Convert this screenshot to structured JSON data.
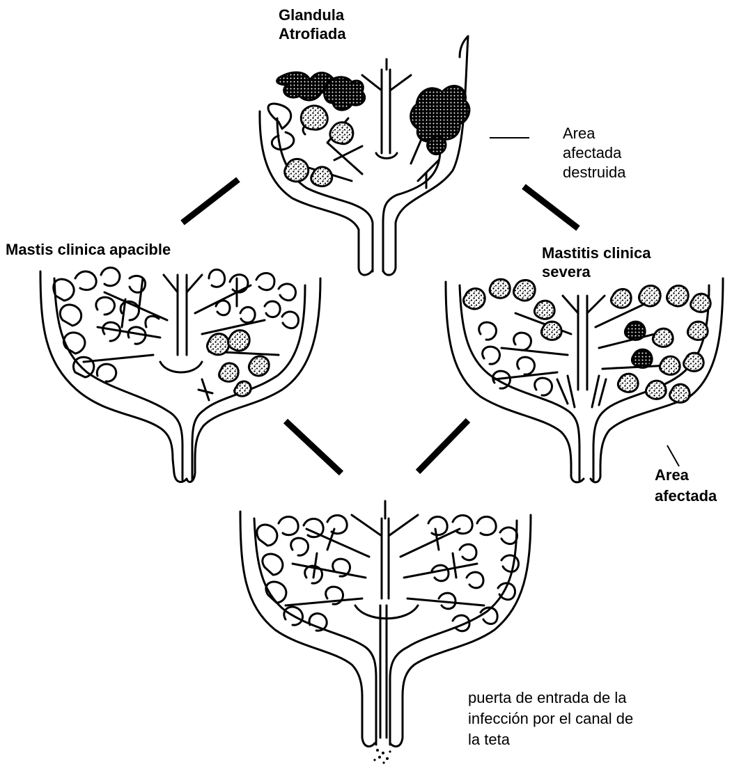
{
  "labels": {
    "atrophied_title": "Glandula\nAtrofiada",
    "destroyed_area": "Area\nafectada\ndestruida",
    "mild_title": "Mastis clinica apacible",
    "severe_title": "Mastitis clinica\nsevera",
    "affected_area": "Area\nafectada",
    "entry_caption": "puerta de entrada de la\ninfección por el canal de\nla teta"
  },
  "colors": {
    "ink": "#000000",
    "background": "#ffffff",
    "stipple": "#000000"
  },
  "icons": {
    "cycle_arrows": "straight-thick-line",
    "pointer_lines": "thin-line",
    "infected_alveoli": "stippled-lobes",
    "bacteria_dots": "dots"
  }
}
